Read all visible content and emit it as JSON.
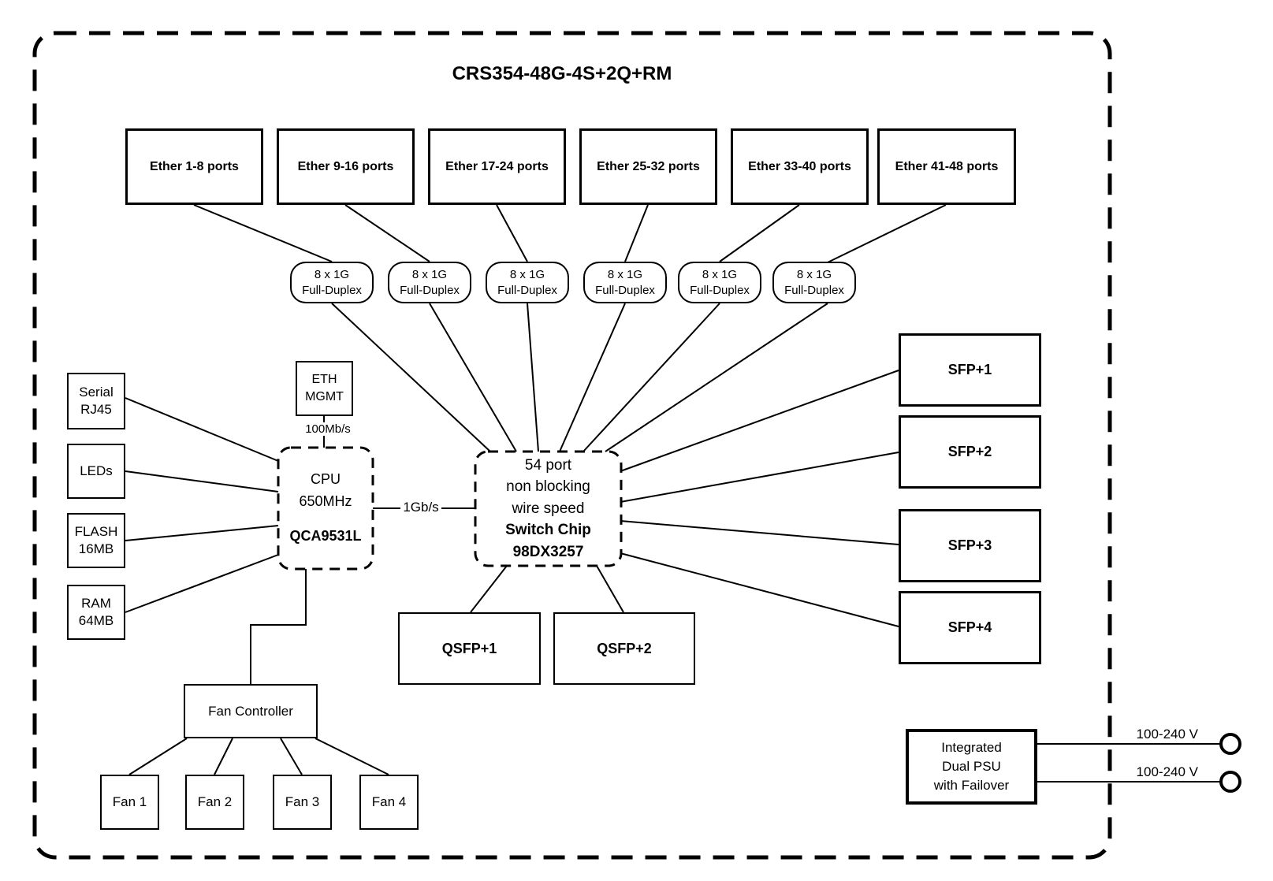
{
  "title": "CRS354-48G-4S+2Q+RM",
  "ether_groups": [
    {
      "label": "Ether 1-8 ports"
    },
    {
      "label": "Ether 9-16 ports"
    },
    {
      "label": "Ether 17-24 ports"
    },
    {
      "label": "Ether 25-32 ports"
    },
    {
      "label": "Ether 33-40 ports"
    },
    {
      "label": "Ether 41-48 ports"
    }
  ],
  "duplex_links": [
    {
      "line1": "8 x 1G",
      "line2": "Full-Duplex"
    },
    {
      "line1": "8 x 1G",
      "line2": "Full-Duplex"
    },
    {
      "line1": "8 x 1G",
      "line2": "Full-Duplex"
    },
    {
      "line1": "8 x 1G",
      "line2": "Full-Duplex"
    },
    {
      "line1": "8 x 1G",
      "line2": "Full-Duplex"
    },
    {
      "line1": "8 x 1G",
      "line2": "Full-Duplex"
    }
  ],
  "switch_chip": {
    "desc1": "54 port",
    "desc2": "non blocking",
    "desc3": "wire speed",
    "name": "Switch Chip",
    "model": "98DX3257"
  },
  "cpu": {
    "name": "CPU",
    "clock": "650MHz",
    "model": "QCA9531L"
  },
  "eth_mgmt": {
    "line1": "ETH",
    "line2": "MGMT"
  },
  "links": {
    "mgmt_speed": "100Mb/s",
    "cpu_switch_speed": "1Gb/s"
  },
  "peripherals": [
    {
      "line1": "Serial",
      "line2": "RJ45"
    },
    {
      "line1": "LEDs",
      "line2": ""
    },
    {
      "line1": "FLASH",
      "line2": "16MB"
    },
    {
      "line1": "RAM",
      "line2": "64MB"
    }
  ],
  "sfp_ports": [
    {
      "label": "SFP+1"
    },
    {
      "label": "SFP+2"
    },
    {
      "label": "SFP+3"
    },
    {
      "label": "SFP+4"
    }
  ],
  "qsfp_ports": [
    {
      "label": "QSFP+1"
    },
    {
      "label": "QSFP+2"
    }
  ],
  "fan_controller": {
    "label": "Fan Controller"
  },
  "fans": [
    {
      "label": "Fan 1"
    },
    {
      "label": "Fan 2"
    },
    {
      "label": "Fan 3"
    },
    {
      "label": "Fan 4"
    }
  ],
  "psu": {
    "line1": "Integrated",
    "line2": "Dual PSU",
    "line3": "with Failover",
    "input1": "100-240 V",
    "input2": "100-240 V"
  }
}
